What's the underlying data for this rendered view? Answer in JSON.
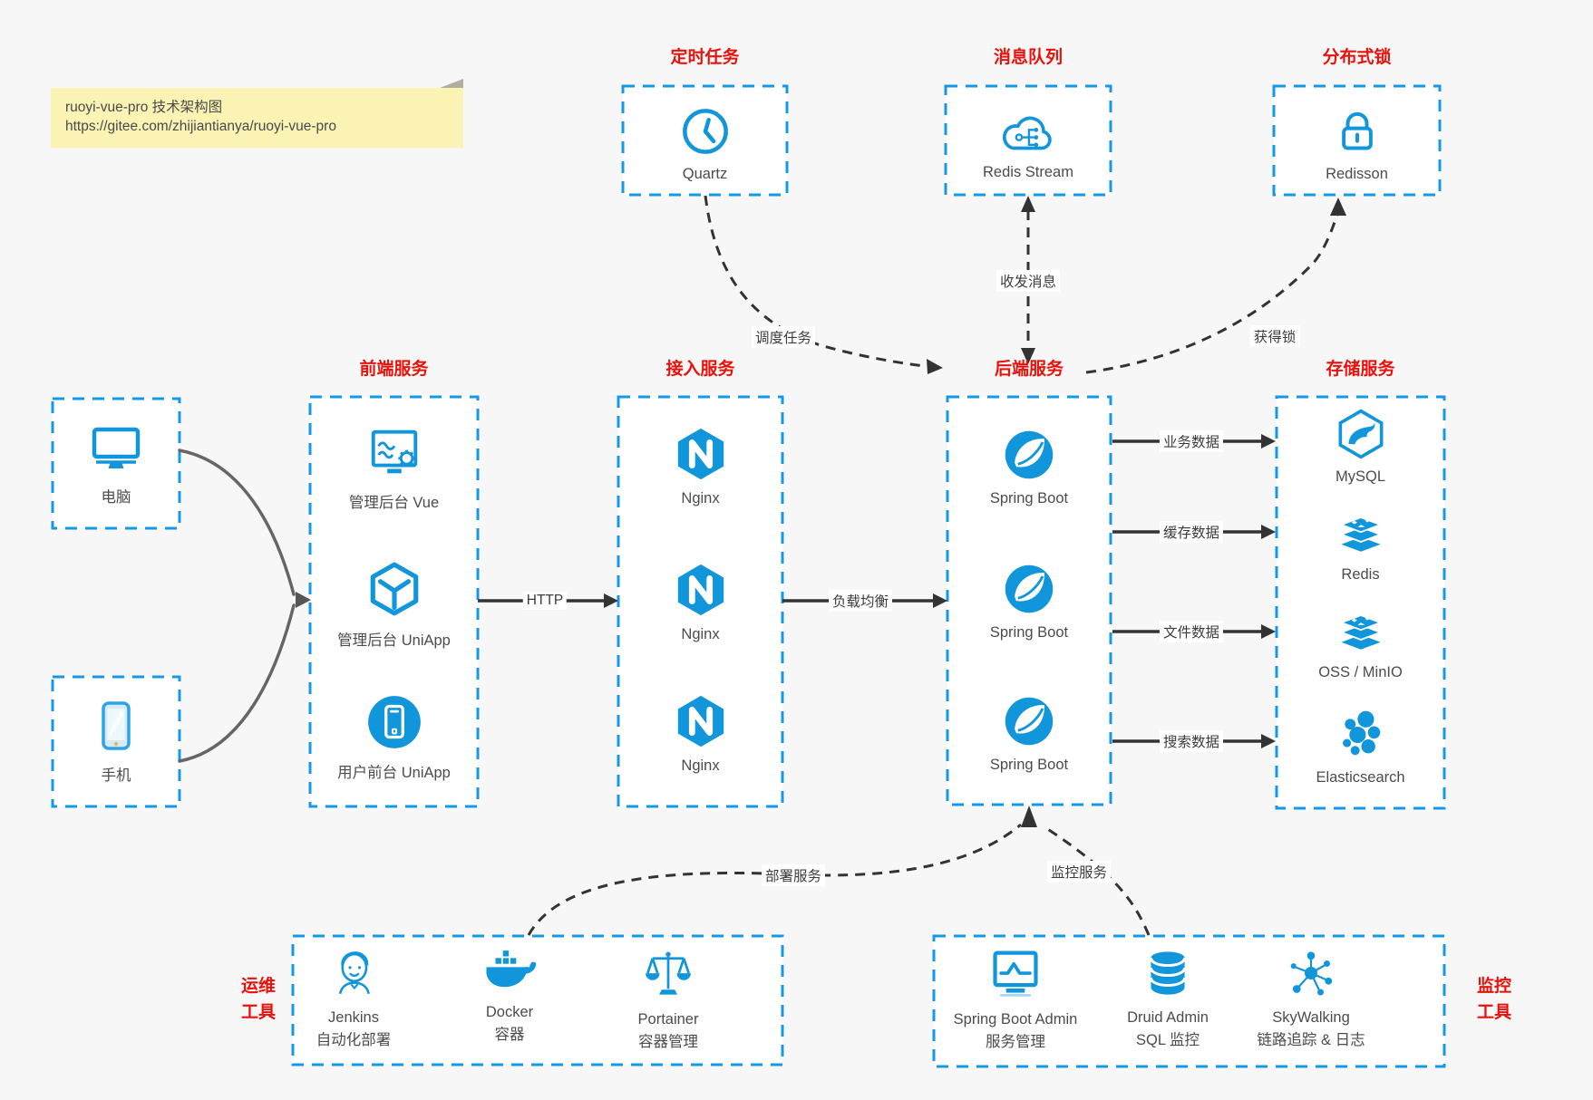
{
  "colors": {
    "canvas_bg": "#f7f7f7",
    "box_border_blue": "#1499ea",
    "icon_blue": "#1296db",
    "title_red": "#e8120c",
    "arrow_dark": "#333333",
    "client_curve_gray": "#666666",
    "text_gray": "#4c4c4c",
    "note_bg": "#faf3b4"
  },
  "note": {
    "line1": "ruoyi-vue-pro 技术架构图",
    "line2": "https://gitee.com/zhijiantianya/ruoyi-vue-pro"
  },
  "top": {
    "scheduled": {
      "title": "定时任务",
      "item": {
        "label": "Quartz",
        "icon": "clock-icon"
      }
    },
    "mq": {
      "title": "消息队列",
      "item": {
        "label": "Redis Stream",
        "icon": "cloud-network-icon"
      }
    },
    "lock": {
      "title": "分布式锁",
      "item": {
        "label": "Redisson",
        "icon": "lock-icon"
      }
    }
  },
  "clients": {
    "pc": {
      "label": "电脑",
      "icon": "desktop-icon"
    },
    "mobile": {
      "label": "手机",
      "icon": "phone-icon"
    }
  },
  "frontend": {
    "title": "前端服务",
    "items": [
      {
        "label": "管理后台 Vue",
        "icon": "admin-monitor-gear-icon"
      },
      {
        "label": "管理后台 UniApp",
        "icon": "uniapp-cube-icon"
      },
      {
        "label": "用户前台 UniApp",
        "icon": "user-app-phone-icon"
      }
    ]
  },
  "gateway": {
    "title": "接入服务",
    "items": [
      {
        "label": "Nginx",
        "icon": "nginx-icon"
      },
      {
        "label": "Nginx",
        "icon": "nginx-icon"
      },
      {
        "label": "Nginx",
        "icon": "nginx-icon"
      }
    ]
  },
  "backend": {
    "title": "后端服务",
    "items": [
      {
        "label": "Spring Boot",
        "icon": "spring-leaf-icon"
      },
      {
        "label": "Spring Boot",
        "icon": "spring-leaf-icon"
      },
      {
        "label": "Spring Boot",
        "icon": "spring-leaf-icon"
      }
    ]
  },
  "storage": {
    "title": "存储服务",
    "items": [
      {
        "label": "MySQL",
        "icon": "mysql-dolphin-icon"
      },
      {
        "label": "Redis",
        "icon": "redis-stack-icon"
      },
      {
        "label": "OSS / MinIO",
        "icon": "storage-stack-icon"
      },
      {
        "label": "Elasticsearch",
        "icon": "elasticsearch-cluster-icon"
      }
    ]
  },
  "devops": {
    "title_line1": "运维",
    "title_line2": "工具",
    "items": [
      {
        "name": "Jenkins",
        "desc": "自动化部署",
        "icon": "jenkins-icon"
      },
      {
        "name": "Docker",
        "desc": "容器",
        "icon": "docker-whale-icon"
      },
      {
        "name": "Portainer",
        "desc": "容器管理",
        "icon": "scales-icon"
      }
    ]
  },
  "monitoring": {
    "title_line1": "监控",
    "title_line2": "工具",
    "items": [
      {
        "name": "Spring Boot Admin",
        "desc": "服务管理",
        "icon": "admin-pulse-monitor-icon"
      },
      {
        "name": "Druid Admin",
        "desc": "SQL 监控",
        "icon": "database-cylinder-icon"
      },
      {
        "name": "SkyWalking",
        "desc": "链路追踪 & 日志",
        "icon": "skywalking-node-graph-icon"
      }
    ]
  },
  "edges": {
    "http": "HTTP",
    "load_balance": "负载均衡",
    "schedule": "调度任务",
    "message": "收发消息",
    "acquire_lock": "获得锁",
    "business_data": "业务数据",
    "cache_data": "缓存数据",
    "file_data": "文件数据",
    "search_data": "搜索数据",
    "deploy": "部署服务",
    "monitor": "监控服务"
  }
}
